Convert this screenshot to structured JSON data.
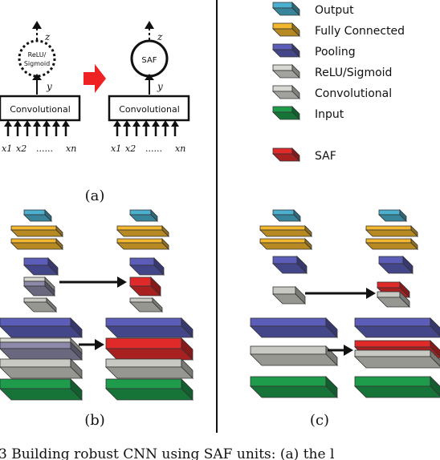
{
  "panel_a": {
    "left": {
      "top_output": "z",
      "activation_label_1": "ReLU/",
      "activation_label_2": "Sigmoid",
      "mid_output": "y",
      "conv_label": "Convolutional",
      "inputs": [
        "x1",
        "x2",
        "......",
        "xn"
      ]
    },
    "right": {
      "top_output": "z",
      "activation_label": "SAF",
      "mid_output": "y",
      "conv_label": "Convolutional",
      "inputs": [
        "x1",
        "x2",
        "......",
        "xn"
      ]
    },
    "caption": "(a)"
  },
  "legend": {
    "items": [
      {
        "label": "Output",
        "color": "#4bb0cf"
      },
      {
        "label": "Fully Connected",
        "color": "#f2b72d"
      },
      {
        "label": "Pooling",
        "color": "#5b5db8"
      },
      {
        "label": "ReLU/Sigmoid",
        "color": "#d9d9d3"
      },
      {
        "label": "Convolutional",
        "color": "#d9d9d3"
      },
      {
        "label": "Input",
        "color": "#1f9b4c"
      },
      {
        "label": "SAF",
        "color": "#e02a2a"
      }
    ]
  },
  "captions": {
    "b": "(b)",
    "c": "(c)"
  },
  "colors": {
    "output": "#4bb0cf",
    "fully_connected": "#f2b72d",
    "pooling": "#5b5db8",
    "relu": "#8c8aa8",
    "conv": "#c9c9c3",
    "input": "#1f9b4c",
    "saf": "#e02a2a",
    "arrow_red": "#ee2222"
  },
  "bottom_text": "3 Building robust CNN using SAF units: (a) the l"
}
